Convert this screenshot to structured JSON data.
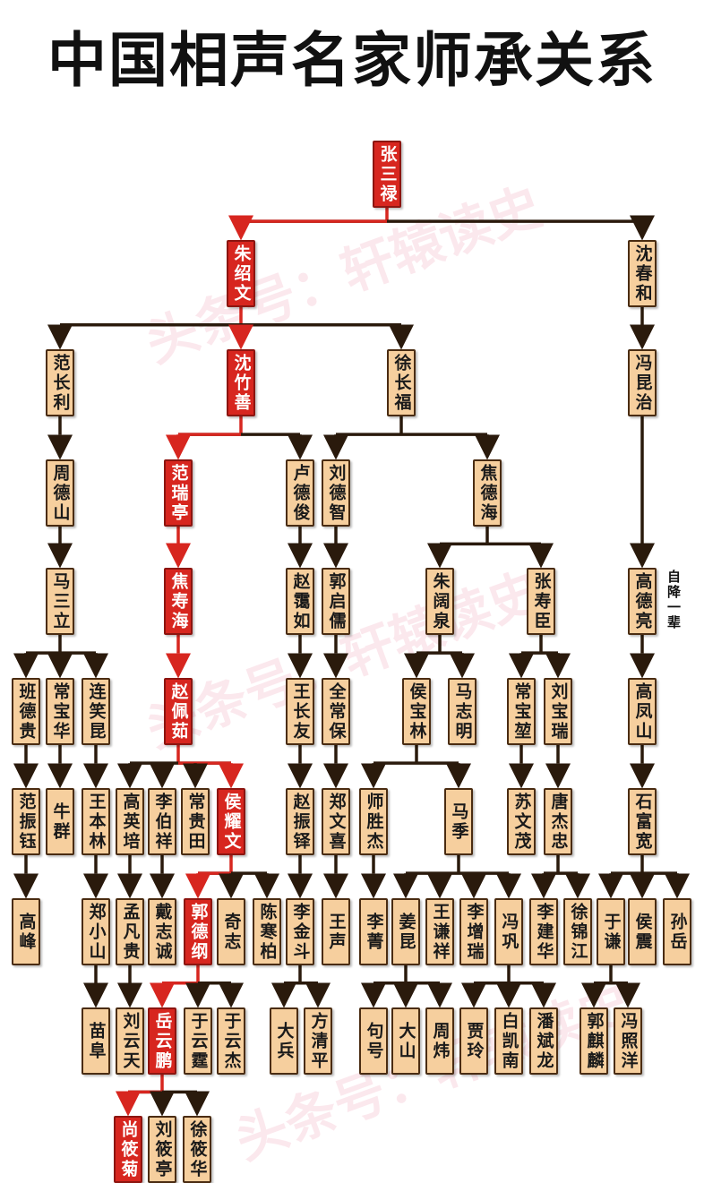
{
  "title": "中国相声名家师承关系",
  "watermark": "头条号：轩辕读史",
  "note": "自降一辈",
  "colors": {
    "tan": "#f6cf9e",
    "red": "#d7261f",
    "line": "#2a1a0c",
    "highlight_line": "#d7261f"
  },
  "nodes": [
    {
      "id": "zhangsanlu",
      "name": "张三禄",
      "hl": true
    },
    {
      "id": "zhushaowen",
      "name": "朱绍文",
      "hl": true,
      "parent": "zhangsanlu"
    },
    {
      "id": "shenchunhe",
      "name": "沈春和",
      "parent": "zhangsanlu"
    },
    {
      "id": "fanchangli",
      "name": "范长利",
      "parent": "zhushaowen"
    },
    {
      "id": "shenzhushan",
      "name": "沈竹善",
      "hl": true,
      "parent": "zhushaowen"
    },
    {
      "id": "xuchangfu",
      "name": "徐长福",
      "parent": "zhushaowen"
    },
    {
      "id": "fengkunzhi",
      "name": "冯昆治",
      "parent": "shenchunhe"
    },
    {
      "id": "zhoudeshan",
      "name": "周德山",
      "parent": "fanchangli"
    },
    {
      "id": "fanruiting",
      "name": "范瑞亭",
      "hl": true,
      "parent": "shenzhushan"
    },
    {
      "id": "ludejun",
      "name": "卢德俊",
      "parent": "shenzhushan"
    },
    {
      "id": "liudezhi",
      "name": "刘德智",
      "parent": "xuchangfu"
    },
    {
      "id": "jiaodehai",
      "name": "焦德海",
      "parent": "xuchangfu"
    },
    {
      "id": "masanli",
      "name": "马三立",
      "parent": "zhoudeshan"
    },
    {
      "id": "jiaoshouhai",
      "name": "焦寿海",
      "hl": true,
      "parent": "fanruiting"
    },
    {
      "id": "zhaoairu",
      "name": "赵霭如",
      "parent": "ludejun"
    },
    {
      "id": "guoqiru",
      "name": "郭启儒",
      "parent": "liudezhi"
    },
    {
      "id": "zhukuoquan",
      "name": "朱阔泉",
      "parent": "jiaodehai"
    },
    {
      "id": "zhangshouchen",
      "name": "张寿臣",
      "parent": "jiaodehai"
    },
    {
      "id": "gaodeliang",
      "name": "高德亮",
      "parent": "fengkunzhi"
    },
    {
      "id": "bandegui",
      "name": "班德贵",
      "parent": "masanli"
    },
    {
      "id": "changbaohua",
      "name": "常宝华",
      "parent": "masanli"
    },
    {
      "id": "lianxiaokun",
      "name": "连笑昆",
      "parent": "masanli"
    },
    {
      "id": "zhaopeiru",
      "name": "赵佩茹",
      "hl": true,
      "parent": "jiaoshouhai"
    },
    {
      "id": "wangzhangyou",
      "name": "王长友",
      "parent": "zhaoairu"
    },
    {
      "id": "quanchangbao",
      "name": "全常保",
      "parent": "guoqiru"
    },
    {
      "id": "houbaolin",
      "name": "侯宝林",
      "parent": "zhukuoquan"
    },
    {
      "id": "mazhiming",
      "name": "马志明",
      "parent": "zhukuoquan"
    },
    {
      "id": "changbaokun",
      "name": "常宝堃",
      "parent": "zhangshouchen"
    },
    {
      "id": "liubaorui",
      "name": "刘宝瑞",
      "parent": "zhangshouchen"
    },
    {
      "id": "gaofengshan",
      "name": "高凤山",
      "parent": "gaodeliang"
    },
    {
      "id": "fanzhenyu",
      "name": "范振钰",
      "parent": "bandegui"
    },
    {
      "id": "niuqun",
      "name": "牛群",
      "parent": "changbaohua"
    },
    {
      "id": "wangbenlin",
      "name": "王本林",
      "parent": "lianxiaokun"
    },
    {
      "id": "gaoyingpei",
      "name": "高英培",
      "parent": "zhaopeiru"
    },
    {
      "id": "liboxiang",
      "name": "李伯祥",
      "parent": "zhaopeiru"
    },
    {
      "id": "changguitian",
      "name": "常贵田",
      "parent": "zhaopeiru"
    },
    {
      "id": "houyaowen",
      "name": "侯耀文",
      "hl": true,
      "parent": "zhaopeiru"
    },
    {
      "id": "zhaozhenduo",
      "name": "赵振铎",
      "parent": "wangzhangyou"
    },
    {
      "id": "zhengwenxi",
      "name": "郑文喜",
      "parent": "quanchangbao"
    },
    {
      "id": "shishengjie",
      "name": "师胜杰",
      "parent": "houbaolin"
    },
    {
      "id": "maji",
      "name": "马季",
      "parent": "houbaolin"
    },
    {
      "id": "suwenmao",
      "name": "苏文茂",
      "parent": "changbaokun"
    },
    {
      "id": "tangjiezhong",
      "name": "唐杰忠",
      "parent": "liubaorui"
    },
    {
      "id": "shifukuan",
      "name": "石富宽",
      "parent": "gaofengshan"
    },
    {
      "id": "gaofeng",
      "name": "高峰",
      "parent": "fanzhenyu"
    },
    {
      "id": "zhengxiaoshan",
      "name": "郑小山",
      "parent": "wangbenlin"
    },
    {
      "id": "mengfangui",
      "name": "孟凡贵",
      "parent": "gaoyingpei"
    },
    {
      "id": "daizhicheng",
      "name": "戴志诚",
      "parent": "liboxiang"
    },
    {
      "id": "guodegang",
      "name": "郭德纲",
      "hl": true,
      "parent": "houyaowen"
    },
    {
      "id": "qizhi",
      "name": "奇志",
      "parent": "houyaowen"
    },
    {
      "id": "chenhanbai",
      "name": "陈寒柏",
      "parent": "houyaowen"
    },
    {
      "id": "lijindou",
      "name": "李金斗",
      "parent": "zhaozhenduo"
    },
    {
      "id": "wangsheng",
      "name": "王声",
      "parent": "zhengwenxi"
    },
    {
      "id": "lijing",
      "name": "李菁",
      "parent": "shishengjie"
    },
    {
      "id": "jiangkun",
      "name": "姜昆",
      "parent": "maji"
    },
    {
      "id": "wangqianxiang",
      "name": "王谦祥",
      "parent": "maji"
    },
    {
      "id": "lizengrui",
      "name": "李增瑞",
      "parent": "maji"
    },
    {
      "id": "fenggong",
      "name": "冯巩",
      "parent": "maji"
    },
    {
      "id": "lijianhua",
      "name": "李建华",
      "parent": "tangjiezhong"
    },
    {
      "id": "xujinjiang",
      "name": "徐锦江",
      "parent": "tangjiezhong"
    },
    {
      "id": "yuqian",
      "name": "于谦",
      "parent": "shifukuan"
    },
    {
      "id": "houzhen",
      "name": "侯震",
      "parent": "shifukuan"
    },
    {
      "id": "sunyue",
      "name": "孙岳",
      "parent": "shifukuan"
    },
    {
      "id": "miaofu",
      "name": "苗阜",
      "parent": "zhengxiaoshan"
    },
    {
      "id": "liuyuntian",
      "name": "刘云天",
      "parent": "mengfangui"
    },
    {
      "id": "yueyunpeng",
      "name": "岳云鹏",
      "hl": true,
      "parent": "guodegang"
    },
    {
      "id": "yuyunting",
      "name": "于云霆",
      "parent": "guodegang"
    },
    {
      "id": "yuyunjie",
      "name": "于云杰",
      "parent": "guodegang"
    },
    {
      "id": "dabing",
      "name": "大兵",
      "parent": "lijindou"
    },
    {
      "id": "fangqingping",
      "name": "方清平",
      "parent": "lijindou"
    },
    {
      "id": "juhao",
      "name": "句号",
      "parent": "jiangkun"
    },
    {
      "id": "dashan",
      "name": "大山",
      "parent": "jiangkun"
    },
    {
      "id": "zhouwei",
      "name": "周炜",
      "parent": "jiangkun"
    },
    {
      "id": "jialing",
      "name": "贾玲",
      "parent": "fenggong"
    },
    {
      "id": "baikainan",
      "name": "白凯南",
      "parent": "fenggong"
    },
    {
      "id": "panbinlong",
      "name": "潘斌龙",
      "parent": "fenggong"
    },
    {
      "id": "guoqilin",
      "name": "郭麒麟",
      "parent": "yuqian"
    },
    {
      "id": "fengzhaoyang",
      "name": "冯照洋",
      "parent": "yuqian"
    },
    {
      "id": "shang",
      "name": "尚筱菊",
      "hl": true,
      "parent": "yueyunpeng"
    },
    {
      "id": "liu",
      "name": "刘筱亭",
      "parent": "yueyunpeng"
    },
    {
      "id": "xu",
      "name": "徐筱华",
      "parent": "yueyunpeng"
    }
  ]
}
